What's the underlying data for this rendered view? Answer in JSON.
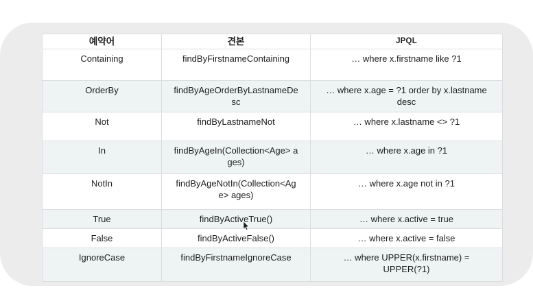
{
  "table": {
    "headers": [
      {
        "label": "예약어"
      },
      {
        "label": "견본"
      },
      {
        "label": "JPQL"
      }
    ],
    "rows": [
      {
        "keyword": "Containing",
        "sample": "findByFirstnameContaining",
        "jpql": "… where x.firstname like ?1"
      },
      {
        "keyword": "OrderBy",
        "sample": "findByAgeOrderByLastnameDe\nsc",
        "jpql": "… where x.age = ?1 order by x.lastname\ndesc"
      },
      {
        "keyword": "Not",
        "sample": "findByLastnameNot",
        "jpql": "… where x.lastname <> ?1"
      },
      {
        "keyword": "In",
        "sample": "findByAgeIn(Collection<Age> a\nges)",
        "jpql": "… where x.age in ?1"
      },
      {
        "keyword": "NotIn",
        "sample": "findByAgeNotIn(Collection<Ag\ne> ages)",
        "jpql": "… where x.age not in ?1"
      },
      {
        "keyword": "True",
        "sample": "findByActiveTrue()",
        "jpql": "… where x.active = true"
      },
      {
        "keyword": "False",
        "sample": "findByActiveFalse()",
        "jpql": "… where x.active = false"
      },
      {
        "keyword": "IgnoreCase",
        "sample": "findByFirstnameIgnoreCase",
        "jpql": "… where UPPER(x.firstname) =\nUPPER(?1)"
      }
    ]
  },
  "icons": {
    "cursor": "mouse-pointer"
  },
  "colors": {
    "card_background": "#ececec",
    "row_alt_background": "#eef3f4",
    "table_border": "#d9dde0",
    "text": "#1c1c1c",
    "page_background": "#ffffff"
  }
}
